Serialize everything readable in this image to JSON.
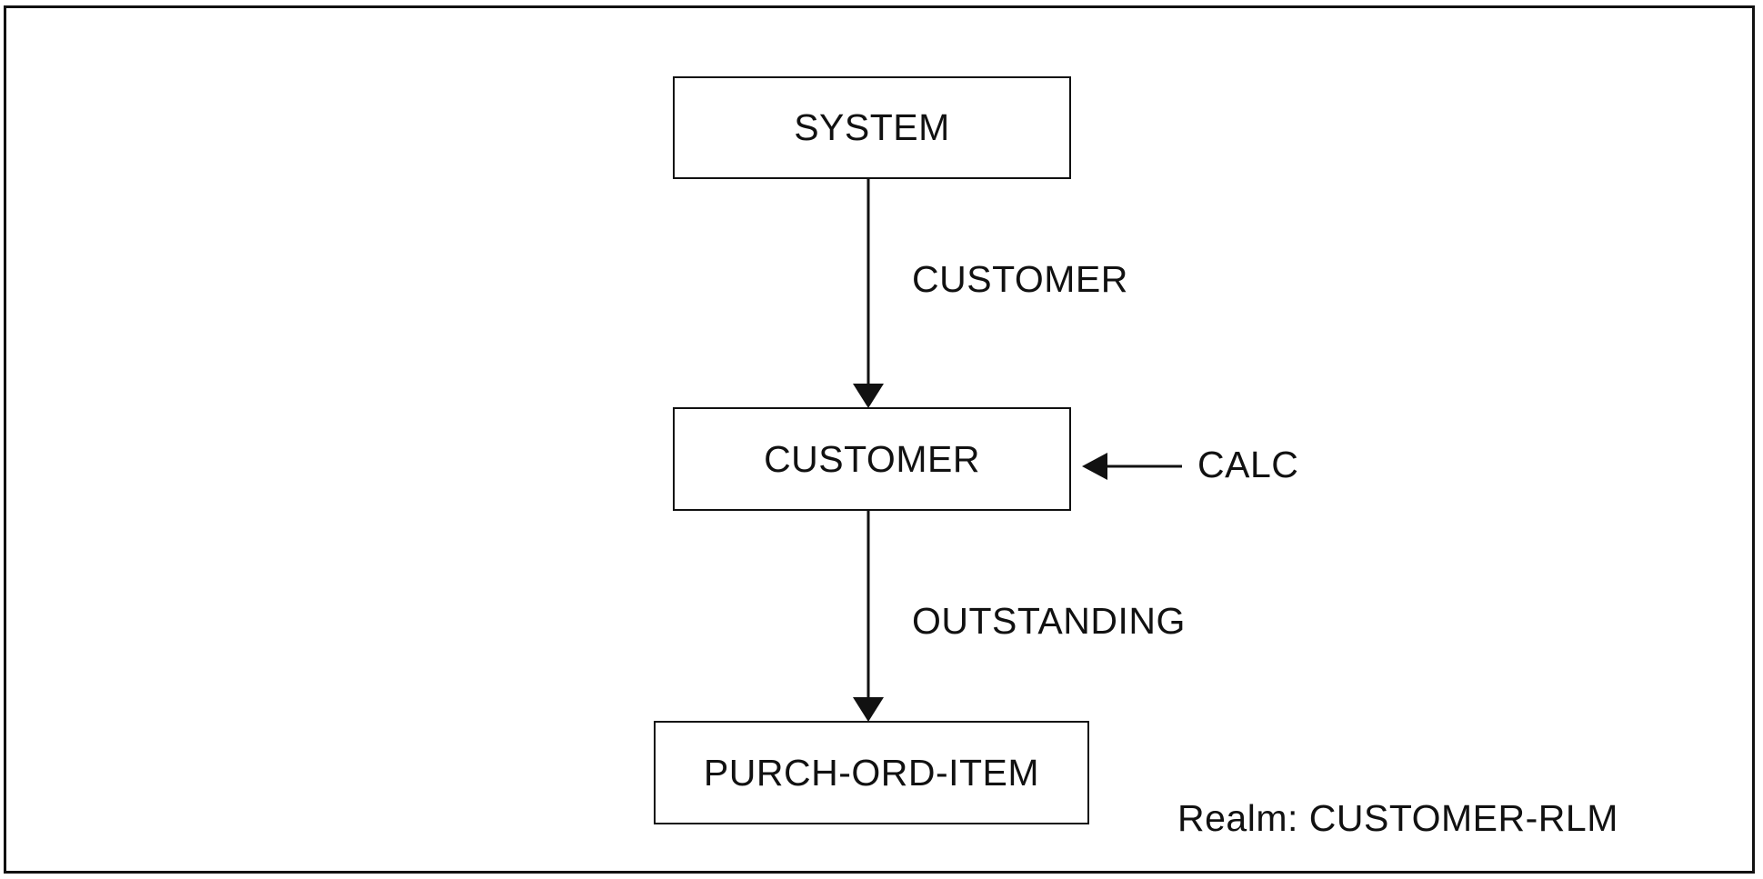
{
  "diagram": {
    "records": {
      "system": "SYSTEM",
      "customer": "CUSTOMER",
      "purch_ord_item": "PURCH-ORD-ITEM"
    },
    "sets": {
      "customer_set": "CUSTOMER",
      "outstanding_set": "OUTSTANDING"
    },
    "location_mode": "CALC",
    "realm": "Realm: CUSTOMER-RLM"
  },
  "colors": {
    "stroke": "#111111",
    "background": "#ffffff"
  }
}
